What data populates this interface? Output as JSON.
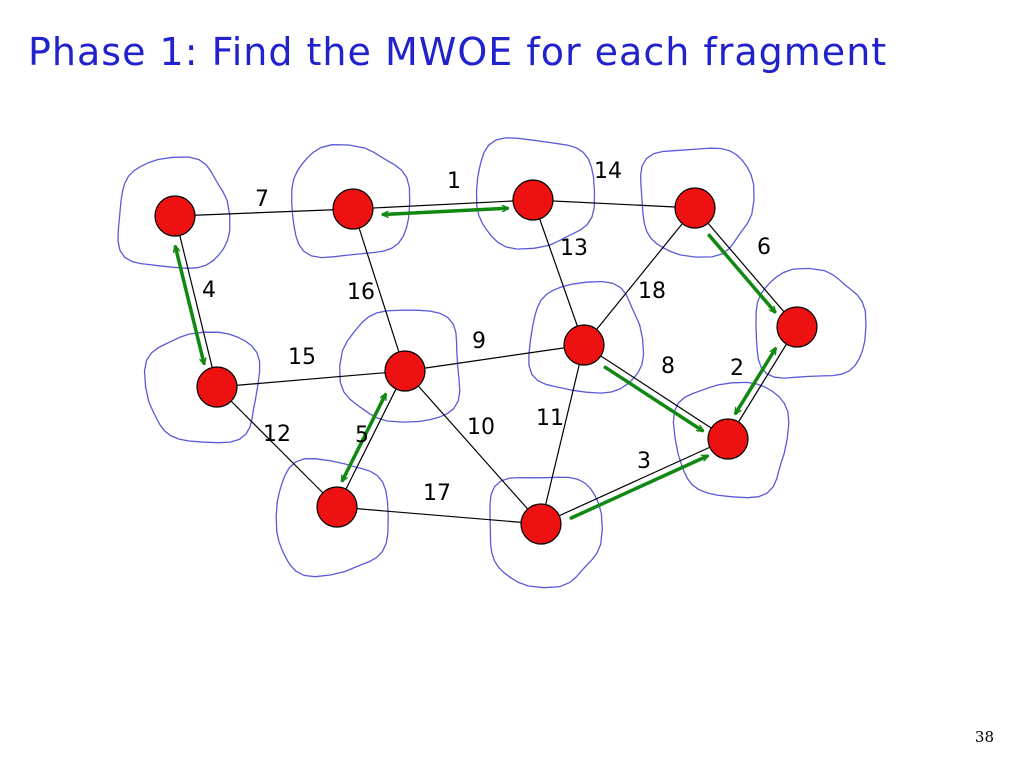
{
  "slide": {
    "title": "Phase 1: Find the MWOE for each fragment",
    "page_number": "38"
  },
  "colors": {
    "title": "#2222cc",
    "node_fill": "#ee1111",
    "fragment_outline": "#5a5ad8",
    "edge": "#000000",
    "mwoe_arrow": "#118811"
  },
  "graph": {
    "nodes": [
      "a",
      "b",
      "c",
      "d",
      "e",
      "f",
      "g",
      "h",
      "i",
      "j",
      "k"
    ],
    "edges": [
      {
        "id": "a-b",
        "from": "a",
        "to": "b",
        "weight": "7"
      },
      {
        "id": "b-c",
        "from": "b",
        "to": "c",
        "weight": "1"
      },
      {
        "id": "c-d",
        "from": "c",
        "to": "d",
        "weight": "14"
      },
      {
        "id": "a-e",
        "from": "a",
        "to": "e",
        "weight": "4"
      },
      {
        "id": "b-f",
        "from": "b",
        "to": "f",
        "weight": "16"
      },
      {
        "id": "c-g",
        "from": "c",
        "to": "g",
        "weight": "13"
      },
      {
        "id": "d-g",
        "from": "d",
        "to": "g",
        "weight": "18"
      },
      {
        "id": "d-h",
        "from": "d",
        "to": "h",
        "weight": "6"
      },
      {
        "id": "e-f",
        "from": "e",
        "to": "f",
        "weight": "15"
      },
      {
        "id": "f-g",
        "from": "f",
        "to": "g",
        "weight": "9"
      },
      {
        "id": "g-k",
        "from": "g",
        "to": "k",
        "weight": "8"
      },
      {
        "id": "h-k",
        "from": "h",
        "to": "k",
        "weight": "2"
      },
      {
        "id": "e-i",
        "from": "e",
        "to": "i",
        "weight": "12"
      },
      {
        "id": "f-i",
        "from": "f",
        "to": "i",
        "weight": "5"
      },
      {
        "id": "f-j",
        "from": "f",
        "to": "j",
        "weight": "10"
      },
      {
        "id": "g-j",
        "from": "g",
        "to": "j",
        "weight": "11"
      },
      {
        "id": "i-j",
        "from": "i",
        "to": "j",
        "weight": "17"
      },
      {
        "id": "j-k",
        "from": "j",
        "to": "k",
        "weight": "3"
      }
    ],
    "mwoe_arrows": [
      {
        "id": "b-c",
        "from": "b",
        "to": "c",
        "direction": "both"
      },
      {
        "id": "a-e",
        "from": "a",
        "to": "e",
        "direction": "both"
      },
      {
        "id": "f-i",
        "from": "f",
        "to": "i",
        "direction": "both"
      },
      {
        "id": "h-k",
        "from": "h",
        "to": "k",
        "direction": "both"
      },
      {
        "id": "d-h",
        "from": "d",
        "to": "h",
        "direction": "forward"
      },
      {
        "id": "g-k",
        "from": "g",
        "to": "k",
        "direction": "forward"
      },
      {
        "id": "j-k",
        "from": "j",
        "to": "k",
        "direction": "forward"
      }
    ]
  }
}
